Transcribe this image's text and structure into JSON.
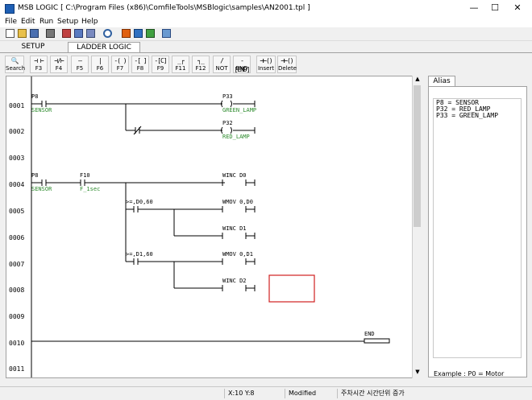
{
  "window": {
    "title": "MSB LOGIC  [ C:\\Program Files (x86)\\ComfileTools\\MSBlogic\\samples\\AN2001.tpl ]",
    "minimize": "—",
    "maximize": "☐",
    "close": "✕"
  },
  "menu": [
    "File",
    "Edit",
    "Run",
    "Setup",
    "Help"
  ],
  "tabs": [
    "SETUP",
    "LADDER LOGIC"
  ],
  "ladder_toolbar": [
    {
      "sym": "🔍",
      "label": "Search"
    },
    {
      "sym": "⊣ ⊢",
      "label": "F3"
    },
    {
      "sym": "⊣/⊢",
      "label": "F4"
    },
    {
      "sym": "—",
      "label": "F5"
    },
    {
      "sym": "|",
      "label": "F6"
    },
    {
      "sym": "-( )",
      "label": "F7"
    },
    {
      "sym": "-[ ]",
      "label": "F8"
    },
    {
      "sym": "-[C]",
      "label": "F9"
    },
    {
      "sym": "_┌",
      "label": "F11"
    },
    {
      "sym": "┐_",
      "label": "F12"
    },
    {
      "sym": "/",
      "label": "NOT"
    },
    {
      "sym": "-[END]",
      "label": "END"
    },
    {
      "sym": "⊣⊢()",
      "label": "Insert"
    },
    {
      "sym": "⊣⊢()",
      "label": "Delete"
    }
  ],
  "rungs": [
    "0001",
    "0002",
    "0003",
    "0004",
    "0005",
    "0006",
    "0007",
    "0008",
    "0009",
    "0010",
    "0011"
  ],
  "ladder": {
    "contacts": [
      {
        "addr": "P8",
        "alias": "SENSOR"
      },
      {
        "addr": "P8",
        "alias": "SENSOR"
      },
      {
        "addr": "F10",
        "alias": "F_1sec"
      },
      {
        "addr": ">=,D0,60",
        "alias": ""
      },
      {
        "addr": ">=,D1,60",
        "alias": ""
      }
    ],
    "coils": [
      {
        "addr": "P33",
        "alias": "GREEN_LAMP"
      },
      {
        "addr": "P32",
        "alias": "RED_LAMP"
      }
    ],
    "instructions": [
      "WINC D0",
      "WMOV 0,D0",
      "WINC D1",
      "WMOV 0,D1",
      "WINC D2"
    ],
    "end": "END"
  },
  "alias_panel": {
    "tab": "Alias",
    "entries": [
      "P8 = SENSOR",
      "P32 = RED_LAMP",
      "P33 = GREEN_LAMP"
    ],
    "example": "Example : P0 = Motor"
  },
  "status": {
    "coords": "X:10  Y:8",
    "state": "Modified",
    "message": "주차시간 시간단위 증가"
  },
  "colors": {
    "alias_text": "#2e8b2e",
    "selection_box": "#d02020"
  }
}
